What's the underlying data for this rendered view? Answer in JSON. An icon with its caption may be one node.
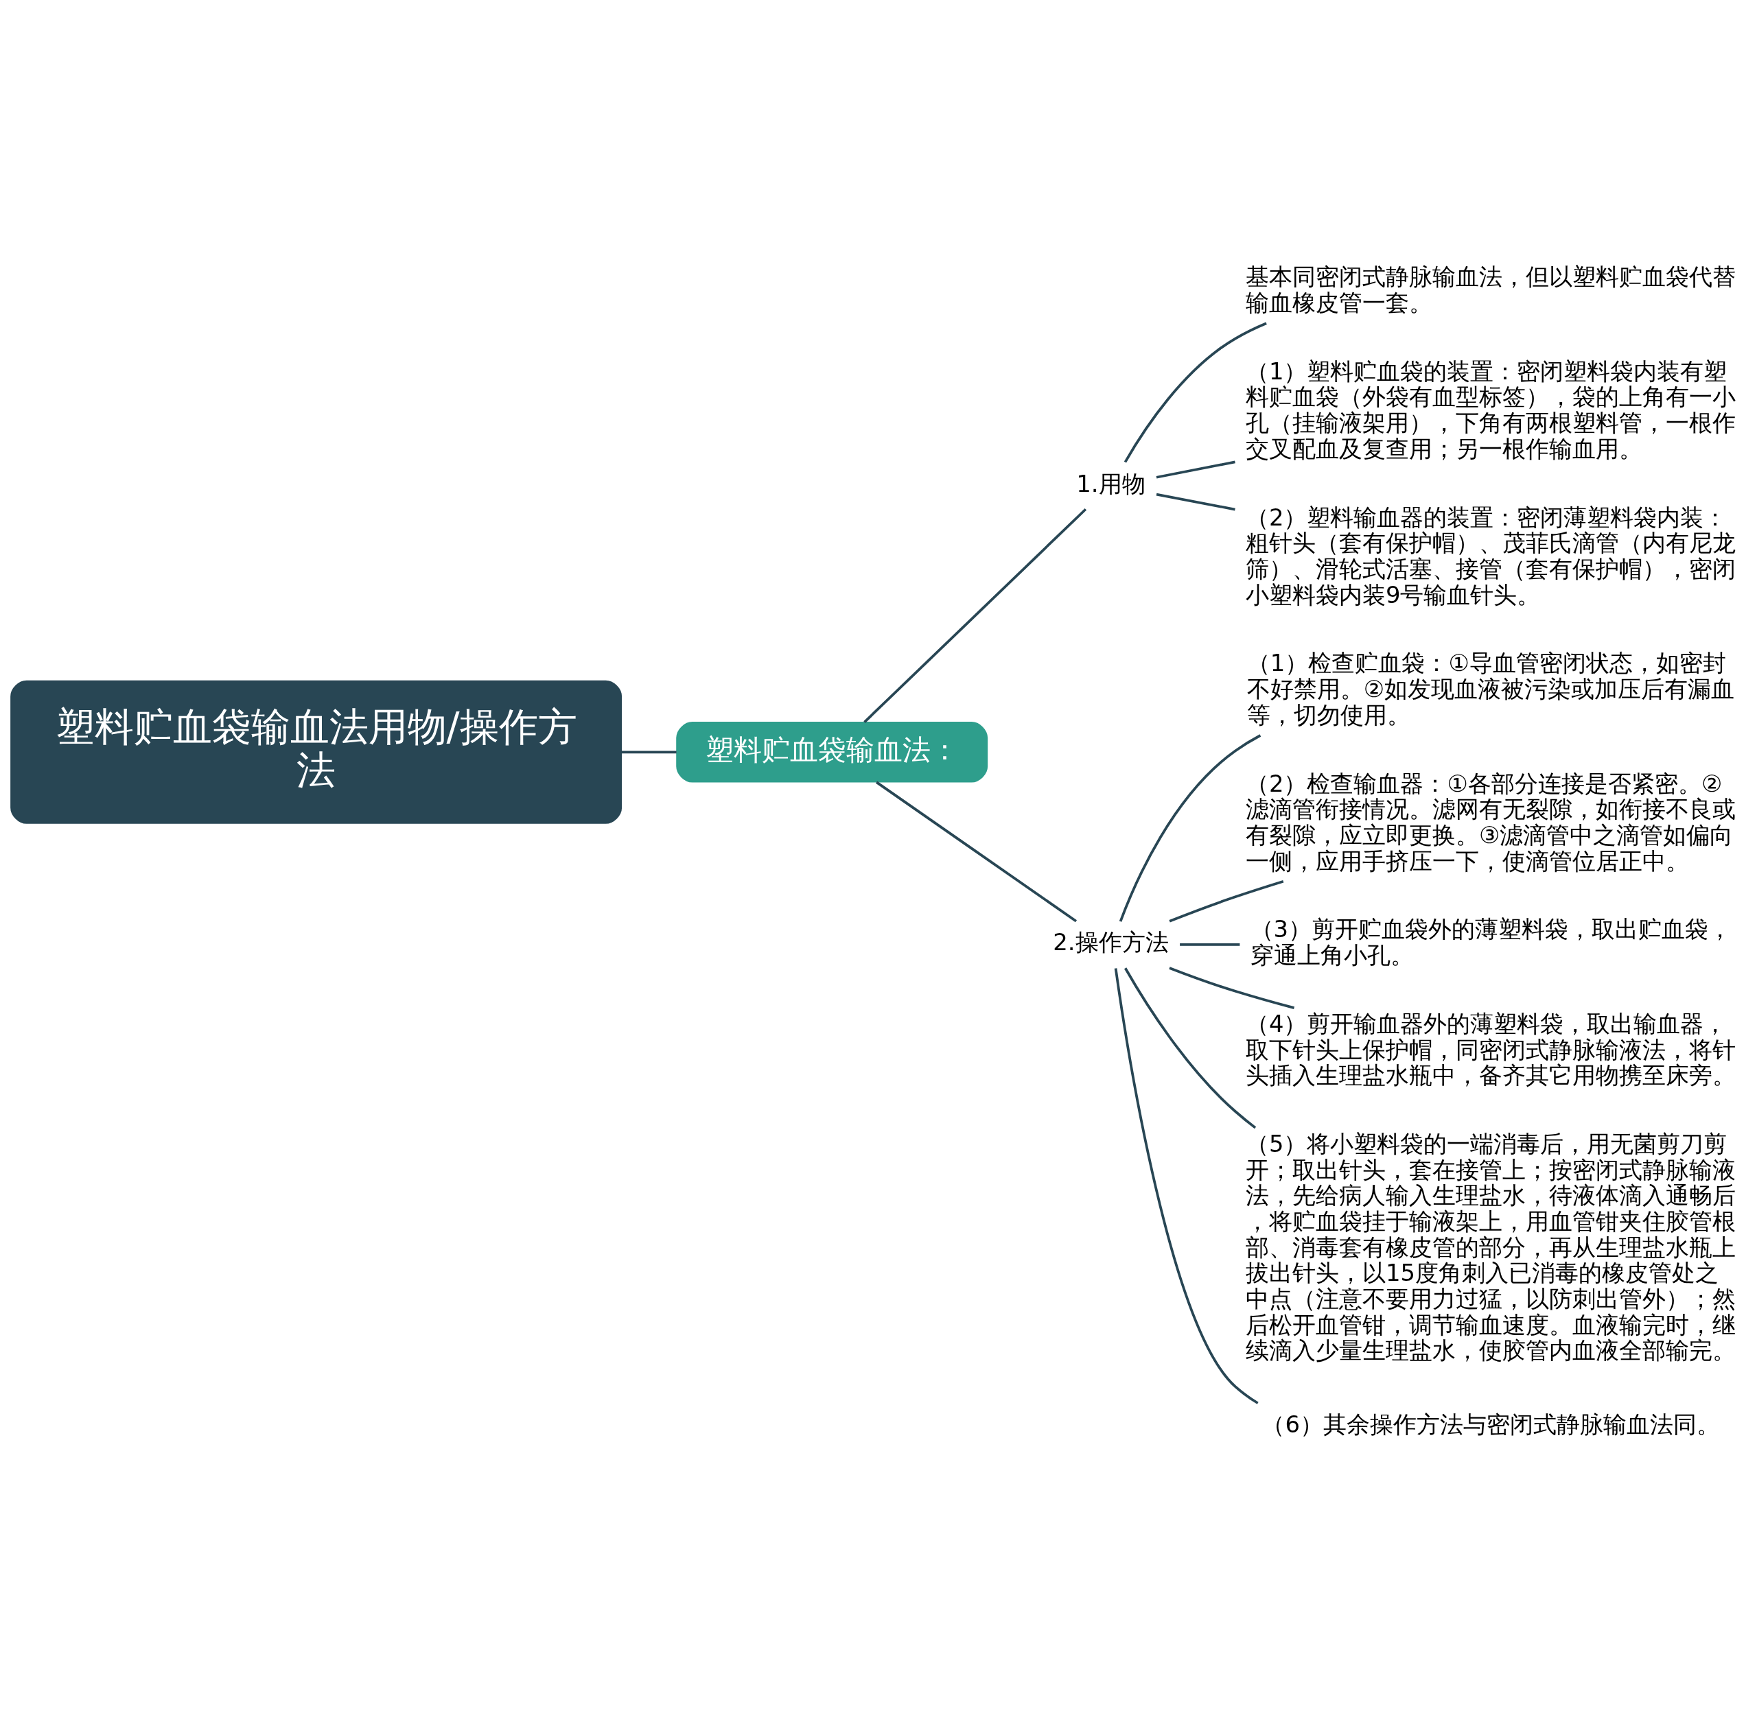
{
  "diagram": {
    "nodes": [
      {
        "text": [
          "塑料贮血袋输血法用物/操作方法"
        ]
      },
      {
        "text": [
          "塑料贮血袋输血法："
        ]
      },
      {
        "text": [
          "1.用物"
        ]
      },
      {
        "text": [
          "基本同密闭式静脉输血法，但以塑料贮血袋代替输血橡皮管一套。"
        ]
      },
      {
        "text": [
          "（1）塑料贮血袋的装置：密闭塑料袋内装有塑料贮血袋（外袋有血型标签），袋的上角有一小孔（挂输液架用），下角有两根塑料管，一根作交叉配血及复查用；另一根作输血用。"
        ]
      },
      {
        "text": [
          "（2）塑料输血器的装置：密闭薄塑料袋内装：粗针头（套有保护帽）、茂菲氏滴管（内有尼龙筛）、滑轮式活塞、接管（套有保护帽），密闭小塑料袋内装9号输血针头。"
        ]
      },
      {
        "text": [
          "2.操作方法"
        ]
      },
      {
        "text": [
          "（1）检查贮血袋：①导血管密闭状态，如密封不好禁用。②如发现血液被污染或加压后有漏血等，切勿使用。"
        ]
      },
      {
        "text": [
          "（2）检查输血器：①各部分连接是否紧密。②滤滴管衔接情况。滤网有无裂隙，如衔接不良或有裂隙，应立即更换。③滤滴管中之滴管如偏向一侧，应用手挤压一下，使滴管位居正中。"
        ]
      },
      {
        "text": [
          "（3）剪开贮血袋外的薄塑料袋，取出贮血袋，穿通上角小孔。"
        ]
      },
      {
        "text": [
          "（4）剪开输血器外的薄塑料袋，取出输血器，取下针头上保护帽，同密闭式静脉输液法，将针头插入生理盐水瓶中，备齐其它用物携至床旁。"
        ]
      },
      {
        "text": [
          "（5）将小塑料袋的一端消毒后，用无菌剪刀剪开；取出针头，套在接管上；按密闭式静脉输液法，先给病人输入生理盐水，待液体滴入通畅后，将贮血袋挂于输液架上，用血管钳夹住胶管根部、消毒套有橡皮管的部分，再从生理盐水瓶上拔出针头，以15度角刺入已消毒的橡皮管处之中点（注意不要用力过猛，以防刺出管外）；然后松开血管钳，调节输血速度。血液输完时，继续滴入少量生理盐水，使胶管内血液全部输完。"
        ]
      },
      {
        "text": [
          "（6）其余操作方法与密闭式静脉输血法同。"
        ]
      }
    ],
    "edges": [
      {
        "from": 0,
        "to": 1,
        "arrow": "none"
      },
      {
        "from": 1,
        "to": 2,
        "arrow": "none"
      },
      {
        "from": 1,
        "to": 6,
        "arrow": "none"
      },
      {
        "from": 2,
        "to": 3,
        "arrow": "none"
      },
      {
        "from": 2,
        "to": 4,
        "arrow": "none"
      },
      {
        "from": 2,
        "to": 5,
        "arrow": "none"
      },
      {
        "from": 6,
        "to": 7,
        "arrow": "none"
      },
      {
        "from": 6,
        "to": 8,
        "arrow": "none"
      },
      {
        "from": 6,
        "to": 9,
        "arrow": "none"
      },
      {
        "from": 6,
        "to": 10,
        "arrow": "none"
      },
      {
        "from": 6,
        "to": 11,
        "arrow": "none"
      },
      {
        "from": 6,
        "to": 12,
        "arrow": "none"
      }
    ]
  }
}
